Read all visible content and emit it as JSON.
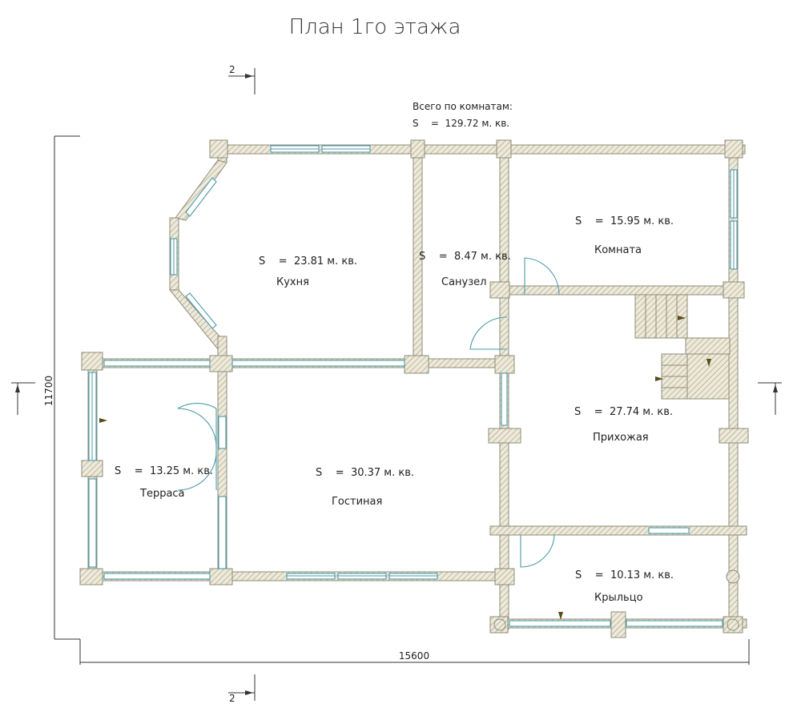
{
  "title": "План 1го этажа",
  "total": {
    "line1": "Всего по комнатам:",
    "line2": "S    =  129.72 м. кв."
  },
  "rooms": [
    {
      "id": "kitchen",
      "area": "S    =  23.81 м. кв.",
      "name": "Кухня"
    },
    {
      "id": "bathroom",
      "area": "S    =  8.47 м. кв.",
      "name": "Санузел"
    },
    {
      "id": "room",
      "area": "S    =  15.95 м. кв.",
      "name": "Комната"
    },
    {
      "id": "hall",
      "area": "S    =  27.74 м. кв.",
      "name": "Прихожая"
    },
    {
      "id": "terrace",
      "area": "S    =  13.25 м. кв.",
      "name": "Терраса"
    },
    {
      "id": "living",
      "area": "S    =  30.37 м. кв.",
      "name": "Гостиная"
    },
    {
      "id": "porch",
      "area": "S    =  10.13 м. кв.",
      "name": "Крыльцо"
    }
  ],
  "dimensions": {
    "width": "15600",
    "height": "11700"
  },
  "section_marks": {
    "top": "2",
    "bottom": "2"
  },
  "colors": {
    "wall_hatch": "#b8b39a",
    "window": "#4b9aa8",
    "ink": "#222222"
  }
}
